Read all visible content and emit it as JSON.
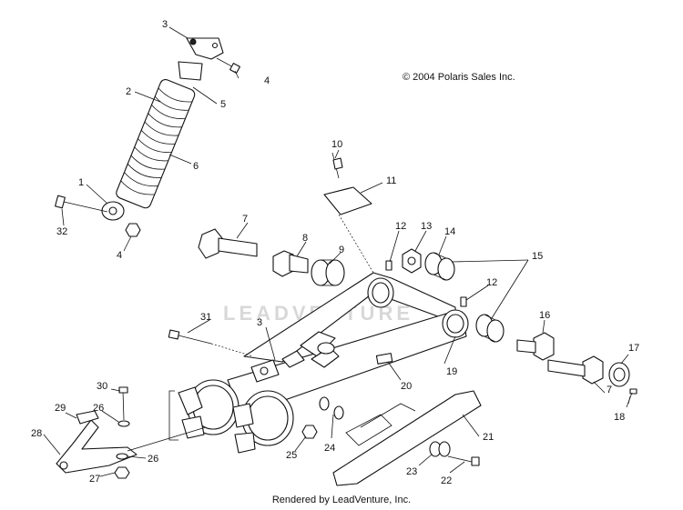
{
  "copyright": "© 2004 Polaris Sales Inc.",
  "footer": "Rendered by LeadVenture, Inc.",
  "watermark": "LEADVENTURE",
  "callouts": {
    "c1": "1",
    "c2": "2",
    "c3a": "3",
    "c3b": "3",
    "c4a": "4",
    "c4b": "4",
    "c5": "5",
    "c6": "6",
    "c7a": "7",
    "c7b": "7",
    "c8": "8",
    "c9": "9",
    "c10": "10",
    "c11": "11",
    "c12a": "12",
    "c12b": "12",
    "c13": "13",
    "c14": "14",
    "c15": "15",
    "c16": "16",
    "c17": "17",
    "c18": "18",
    "c19": "19",
    "c20": "20",
    "c21": "21",
    "c22": "22",
    "c23": "23",
    "c24": "24",
    "c25": "25",
    "c26a": "26",
    "c26b": "26",
    "c27": "27",
    "c28": "28",
    "c29": "29",
    "c30": "30",
    "c31": "31",
    "c32": "32"
  }
}
